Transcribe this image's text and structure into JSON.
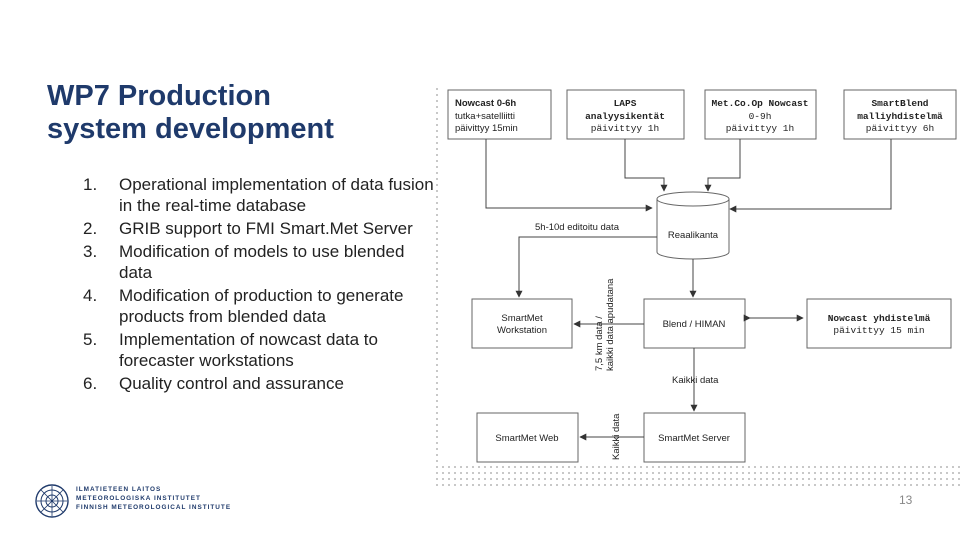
{
  "slide": {
    "title_lines": [
      "WP7 Production",
      "system development"
    ],
    "items": [
      {
        "num": "1.",
        "text": "Operational implementation of data fusion in the real-time database"
      },
      {
        "num": "2.",
        "text": "GRIB support to FMI Smart.Met Server"
      },
      {
        "num": "3.",
        "text": "Modification of models to use blended data"
      },
      {
        "num": "4.",
        "text": "Modification of production to generate products from blended data"
      },
      {
        "num": "5.",
        "text": "Implementation of nowcast data to forecaster workstations"
      },
      {
        "num": "6.",
        "text": "Quality control and assurance"
      }
    ],
    "page_number": "13"
  },
  "diagram": {
    "sources": [
      {
        "lines": [
          "Nowcast 0-6h",
          "tutka+satelliitti",
          "päivittyy 15min"
        ]
      },
      {
        "lines": [
          "LAPS",
          "analyysikentät",
          "päivittyy 1h"
        ]
      },
      {
        "lines": [
          "Met.Co.Op Nowcast",
          "0-9h",
          "päivittyy 1h"
        ]
      },
      {
        "lines": [
          "SmartBlend",
          "malliyhdistelmä",
          "päivittyy 6h"
        ]
      }
    ],
    "database_label": "Reaalikanta",
    "workstation_lines": [
      "SmartMet",
      "Workstation"
    ],
    "blend_label": "Blend / HIMAN",
    "nowcast_combo_lines": [
      "Nowcast yhdistelmä",
      "päivittyy 15 min"
    ],
    "web_label": "SmartMet Web",
    "server_label": "SmartMet Server",
    "edge_edited": "5h-10d editoitu data",
    "edge_km_lines": [
      "7,5 km data /",
      "kaikki data apudatana"
    ],
    "edge_all_data": "Kaikki data",
    "edge_all_data_vertical": "Kaikki data"
  },
  "logo": {
    "lines": [
      "ILMATIETEEN LAITOS",
      "METEOROLOGISKA INSTITUTET",
      "FINNISH METEOROLOGICAL INSTITUTE"
    ]
  }
}
